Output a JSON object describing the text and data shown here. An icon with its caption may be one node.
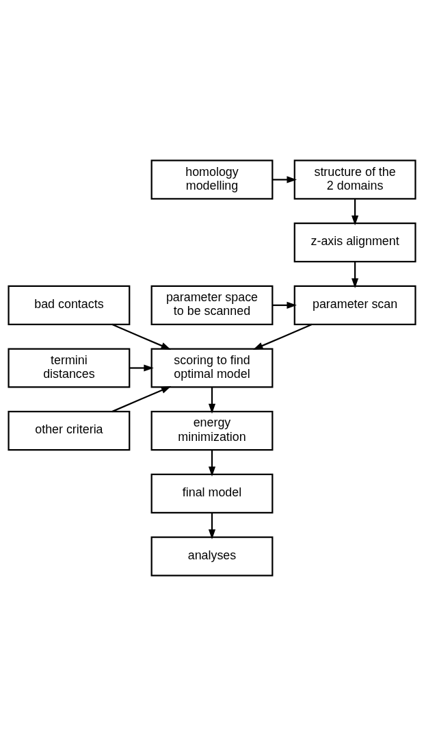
{
  "diagram": {
    "nodes": [
      {
        "text": [
          "homology modelling"
        ]
      },
      {
        "text": [
          "structure of the 2 domains"
        ]
      },
      {
        "text": [
          "z-axis alignment"
        ]
      },
      {
        "text": [
          "parameter space to be scanned"
        ]
      },
      {
        "text": [
          "parameter scan"
        ]
      },
      {
        "text": [
          "bad contacts"
        ]
      },
      {
        "text": [
          "termini distances"
        ]
      },
      {
        "text": [
          "scoring to find optimal model"
        ]
      },
      {
        "text": [
          "other criteria"
        ]
      },
      {
        "text": [
          "energy minimization"
        ]
      },
      {
        "text": [
          "final model"
        ]
      },
      {
        "text": [
          "analyses"
        ]
      }
    ],
    "edges": [
      {
        "from": 0,
        "to": 1,
        "arrow": "to"
      },
      {
        "from": 1,
        "to": 2,
        "arrow": "to"
      },
      {
        "from": 2,
        "to": 4,
        "arrow": "to"
      },
      {
        "from": 3,
        "to": 4,
        "arrow": "to"
      },
      {
        "from": 4,
        "to": 7,
        "arrow": "to"
      },
      {
        "from": 5,
        "to": 7,
        "arrow": "to"
      },
      {
        "from": 6,
        "to": 7,
        "arrow": "to"
      },
      {
        "from": 8,
        "to": 7,
        "arrow": "to"
      },
      {
        "from": 7,
        "to": 9,
        "arrow": "to"
      },
      {
        "from": 9,
        "to": 10,
        "arrow": "to"
      },
      {
        "from": 10,
        "to": 11,
        "arrow": "to"
      }
    ]
  }
}
